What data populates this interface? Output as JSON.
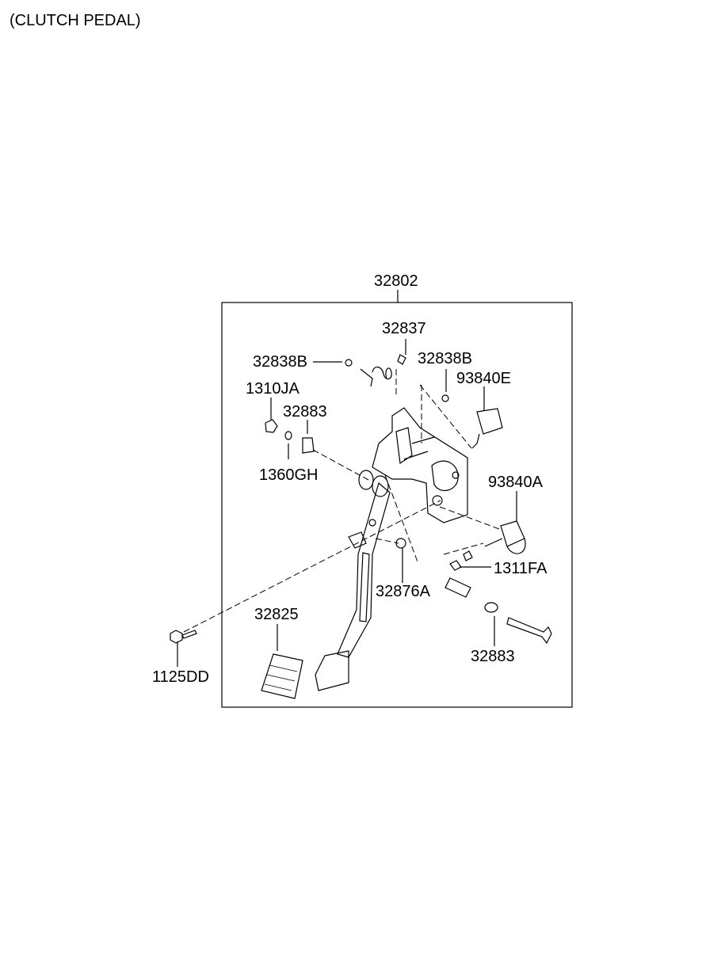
{
  "title": "(CLUTCH PEDAL)",
  "parts": {
    "assembly": "32802",
    "spring": "32837",
    "bush_left": "32838B",
    "bush_right": "32838B",
    "switch_e": "93840E",
    "nut_left": "1310JA",
    "bush_upper": "32883",
    "washer": "1360GH",
    "switch_a": "93840A",
    "nut_right": "1311FA",
    "pin": "32876A",
    "pad": "32825",
    "bolt": "1125DD",
    "bush_lower": "32883"
  }
}
